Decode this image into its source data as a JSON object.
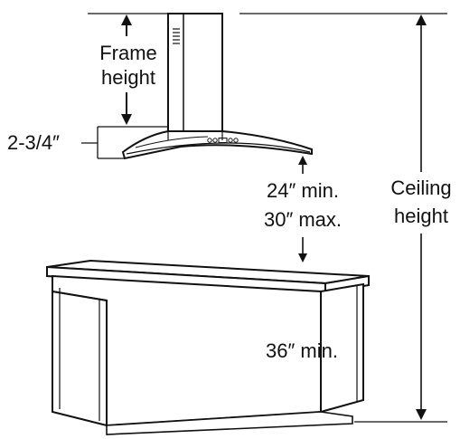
{
  "labels": {
    "frame_height_1": "Frame",
    "frame_height_2": "height",
    "offset": "2-3/4″",
    "min_clearance": "24″ min.",
    "max_clearance": "30″ max.",
    "ceiling_1": "Ceiling",
    "ceiling_2": "height",
    "counter_min": "36″ min."
  },
  "colors": {
    "line": "#111111",
    "background": "#ffffff",
    "cabinet_fill": "#ffffff"
  }
}
